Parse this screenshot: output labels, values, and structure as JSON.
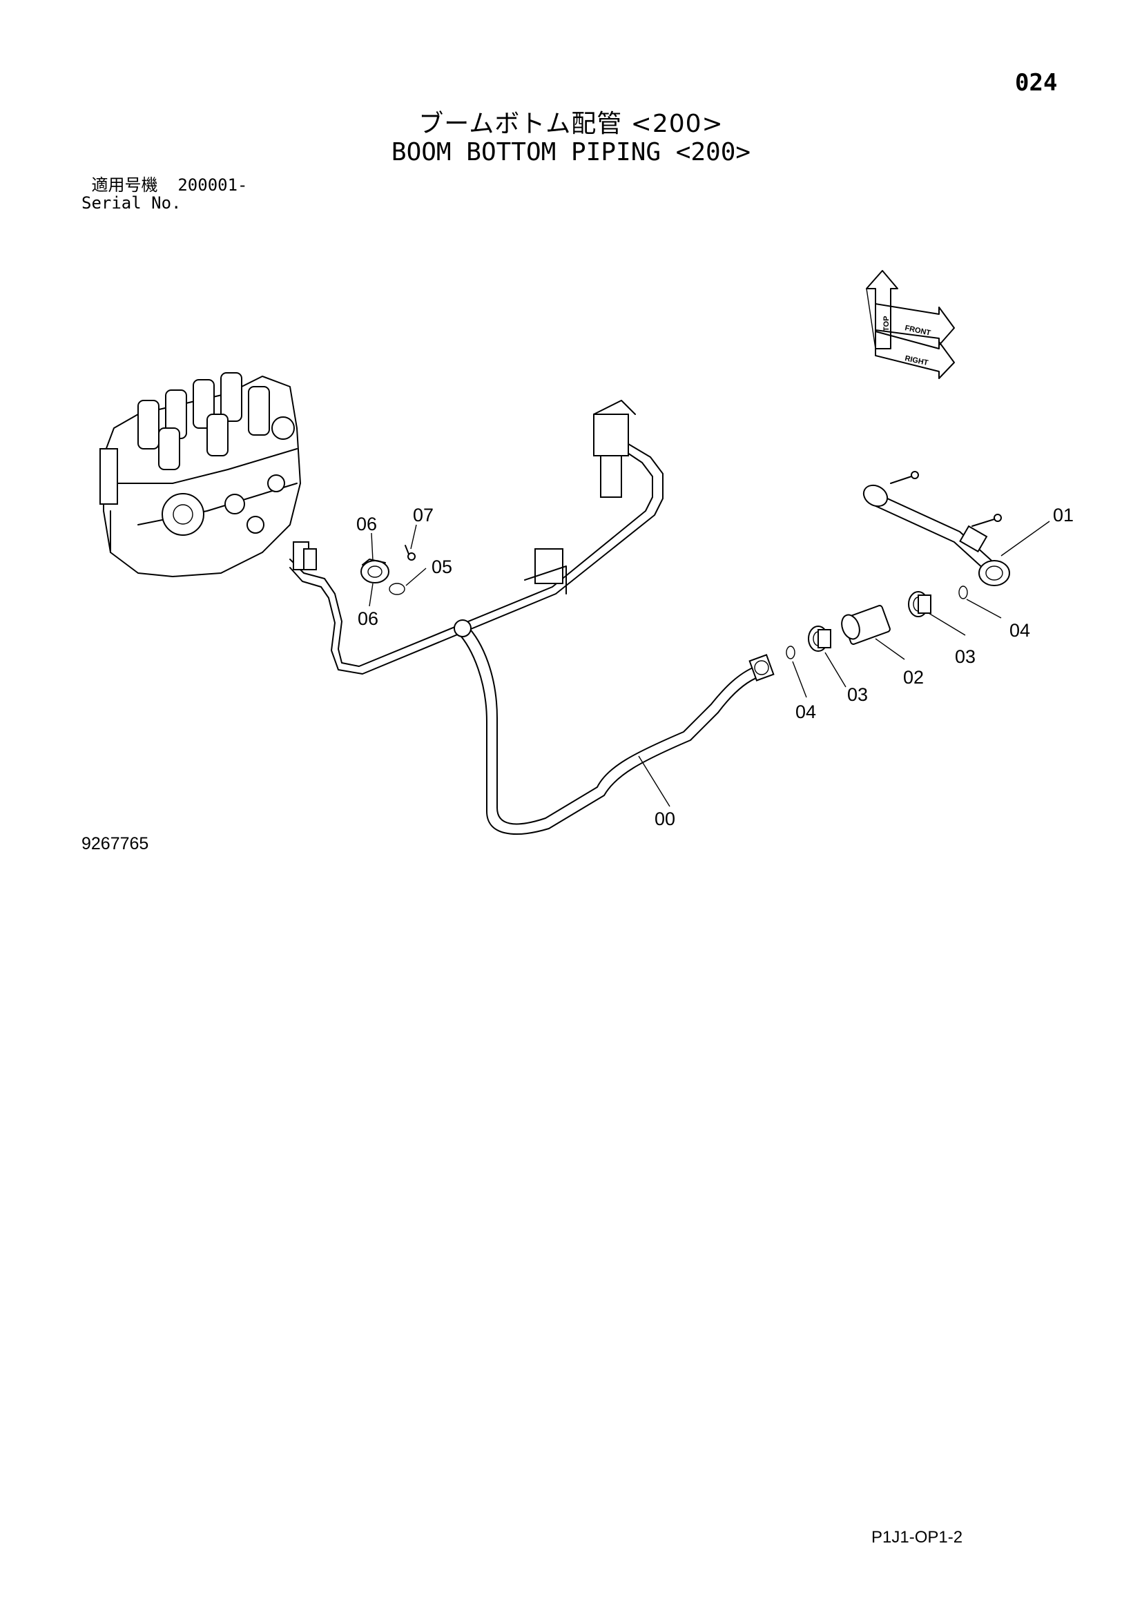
{
  "page_number": "024",
  "title_jp": "ブームボトム配管 <200>",
  "title_en": "BOOM BOTTOM PIPING <200>",
  "serial": {
    "label_jp": "適用号機",
    "value": "200001-",
    "label_en": "Serial No."
  },
  "drawing_number": "9267765",
  "page_code": "P1J1-OP1-2",
  "orientation": {
    "top": "TOP",
    "front": "FRONT",
    "right": "RIGHT"
  },
  "part_labels": {
    "p00": "00",
    "p01": "01",
    "p02": "02",
    "p03a": "03",
    "p03b": "03",
    "p04a": "04",
    "p04b": "04",
    "p05": "05",
    "p06a": "06",
    "p06b": "06",
    "p07": "07"
  }
}
